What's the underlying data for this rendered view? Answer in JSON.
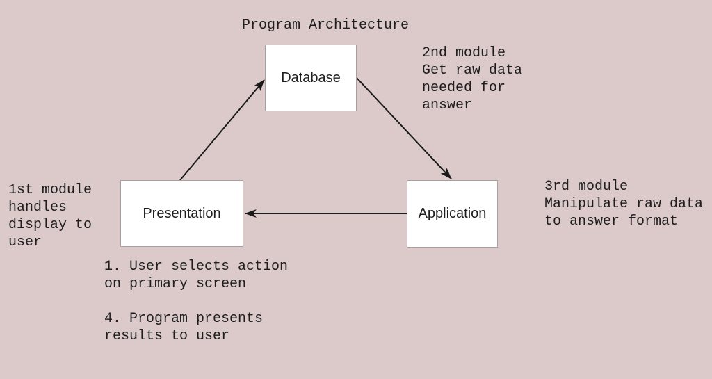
{
  "title": "Program Architecture",
  "nodes": {
    "database": {
      "label": "Database"
    },
    "presentation": {
      "label": "Presentation"
    },
    "application": {
      "label": "Application"
    }
  },
  "edges": [
    {
      "from": "Presentation",
      "to": "Database"
    },
    {
      "from": "Database",
      "to": "Application"
    },
    {
      "from": "Application",
      "to": "Presentation"
    }
  ],
  "annotations": {
    "module1": "1st module\nhandles\ndisplay to\nuser",
    "module2": "2nd module\nGet raw data\nneeded for\nanswer",
    "module3": "3rd module\nManipulate raw data\nto answer format",
    "step1": "1. User selects action\non primary screen",
    "step4": "4. Program presents\nresults to user"
  },
  "colors": {
    "background": "#dcc9c9",
    "box_fill": "#ffffff",
    "box_border": "#a8a0a0",
    "text": "#1e1e1e",
    "arrow": "#1a1a1a"
  }
}
